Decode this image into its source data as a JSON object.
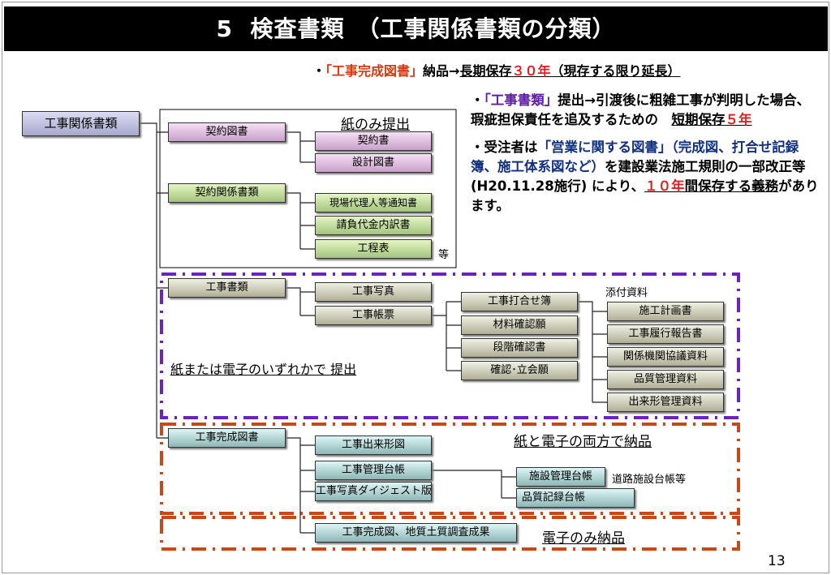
{
  "title": "5  検査書類　（工事関係書類の分類）",
  "header_note": {
    "bullet": "・",
    "quote": "「工事完成図書」",
    "action": "納品→",
    "underlined": "長期保存",
    "years": "３０年",
    "suffix": "（現存する限り延長）"
  },
  "notes": [
    {
      "bullet": "・",
      "quote": "「工事書類」",
      "text1": "提出→引渡後に粗雑工事が判明した場合、瑕疵担保責任を追及するための　",
      "underlined": "短期保存",
      "years": "５年"
    },
    {
      "bullet": "・受注者は",
      "quote": "「営業に関する図書」（完成図、打合せ記録簿、施工体系図など）",
      "text1": "を建設業法施工規則の一部改正等 (H20.11.28施行) により、",
      "years": "１０年",
      "underlined": "間保存する義務",
      "text2": "があります。"
    }
  ],
  "tree": {
    "root": "工事関係書類",
    "paper_only_label": "紙のみ提出",
    "keiyaku_tosho": "契約図書",
    "keiyakusho": "契約書",
    "sekkei_tosho": "設計図書",
    "keiyaku_kankei": "契約関係書類",
    "genba": "現場代理人等通知書",
    "ukeoi": "請負代金内訳書",
    "koteihyo": "工程表",
    "etc": "等",
    "koji_shorui": "工事書類",
    "koji_shashin": "工事写真",
    "koji_chohyo": "工事帳票",
    "uchiawase": "工事打合せ簿",
    "zairyo": "材料確認願",
    "dankai": "段階確認書",
    "tachiai": "確認･立会願",
    "attach_label": "添付資料",
    "attachments": [
      "施工計画書",
      "工事履行報告書",
      "関係機関協議資料",
      "品質管理資料",
      "出来形管理資料"
    ],
    "paper_or_electronic": "紙または電子のいずれかで 提出",
    "kansei_tosho": "工事完成図書",
    "dekigata": "工事出来形図",
    "kanri_daicho": "工事管理台帳",
    "digest": "工事写真ダイジェスト版",
    "kanseizu": "工事完成図、地質土質調査成果",
    "shisetsu": "施設管理台帳",
    "hinshitsu": "品質記録台帳",
    "road_etc": "道路施設台帳等",
    "both_label": "紙と電子の両方で納品",
    "electronic_only": "電子のみ納品"
  },
  "page_number": "13"
}
